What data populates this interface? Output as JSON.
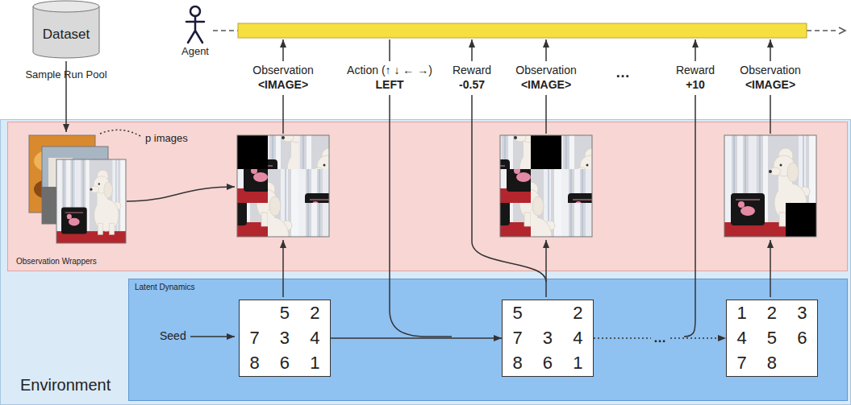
{
  "diagram": {
    "nodes": [
      {
        "text": [
          "Dataset"
        ]
      },
      {
        "text": [
          "Agent"
        ]
      },
      {
        "text": [
          "Environment"
        ]
      },
      {
        "text": [
          "Observation Wrappers"
        ],
        "in": 2
      },
      {
        "text": [
          "Latent Dynamics"
        ],
        "in": 2
      },
      {
        "text": [
          "5",
          "2",
          "7",
          "3",
          "4",
          "8",
          "6",
          "1"
        ],
        "in": 4
      },
      {
        "text": [
          "5",
          "2",
          "7",
          "3",
          "4",
          "8",
          "6",
          "1"
        ],
        "in": 4
      },
      {
        "text": [
          "1",
          "2",
          "3",
          "4",
          "5",
          "6",
          "7",
          "8"
        ],
        "in": 4
      }
    ],
    "edges": [
      {
        "from": 5,
        "to": 6,
        "arrow": "to"
      },
      {
        "from": 6,
        "to": 7,
        "label": "…",
        "arrow": "to"
      }
    ],
    "labels": [
      "Sample Run Pool",
      "p images",
      "Observation",
      "<IMAGE>",
      "Action (↑ ↓ ← →)",
      "LEFT",
      "Reward",
      "-0.57",
      "Observation",
      "<IMAGE>",
      "…",
      "Reward",
      "+10",
      "Observation",
      "<IMAGE>",
      "Seed"
    ]
  }
}
